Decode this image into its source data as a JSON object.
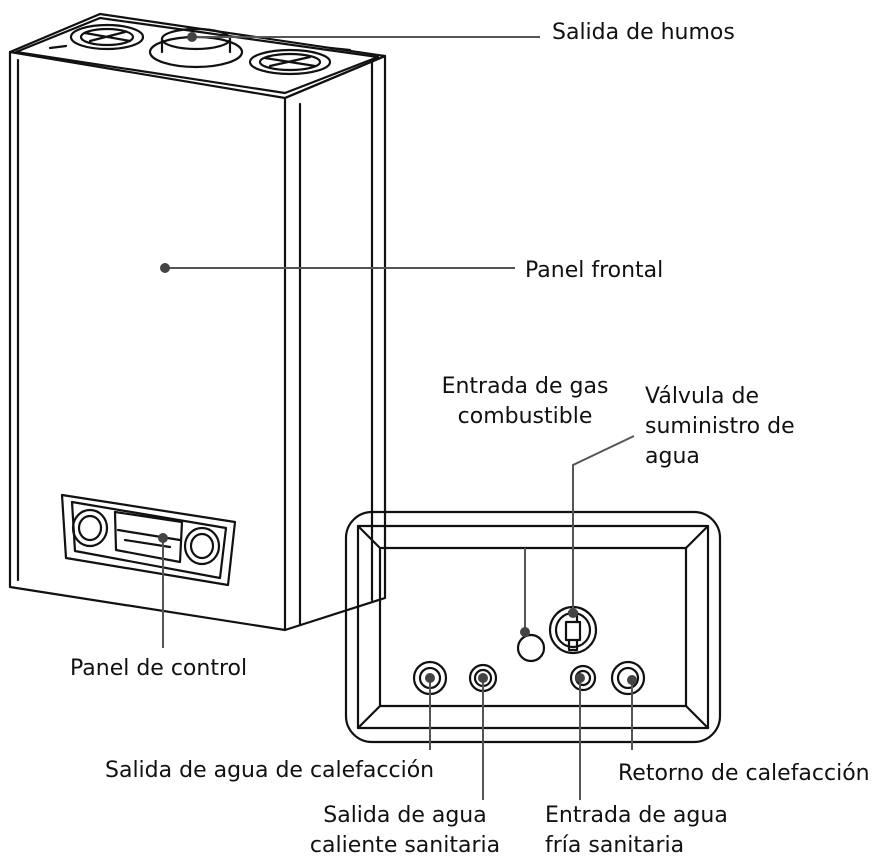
{
  "labels": {
    "flue_outlet": "Salida de humos",
    "front_panel": "Panel frontal",
    "control_panel": "Panel de control",
    "gas_inlet": [
      "Entrada de gas",
      "combustible"
    ],
    "water_valve": [
      "Válvula de",
      "suministro de",
      "agua"
    ],
    "heating_outlet": "Salida de agua de calefacción",
    "heating_return": "Retorno de calefacción",
    "hot_water_outlet": [
      "Salida de agua",
      "caliente sanitaria"
    ],
    "cold_water_inlet": [
      "Entrada de agua",
      "fría sanitaria"
    ]
  }
}
